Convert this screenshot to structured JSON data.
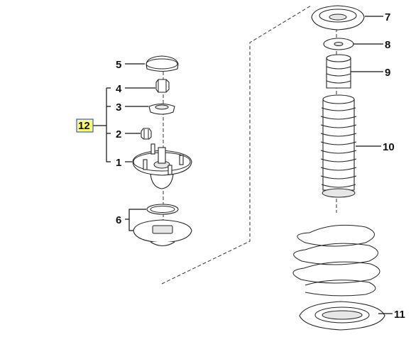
{
  "callouts": {
    "part_1": "1",
    "part_2": "2",
    "part_3": "3",
    "part_4": "4",
    "part_5": "5",
    "part_6": "6",
    "part_7": "7",
    "part_8": "8",
    "part_9": "9",
    "part_10": "10",
    "part_11": "11",
    "kit_12": "12"
  },
  "colors": {
    "highlight_fill": "#ffff66",
    "highlight_border": "#3355ff",
    "line": "#222222"
  }
}
